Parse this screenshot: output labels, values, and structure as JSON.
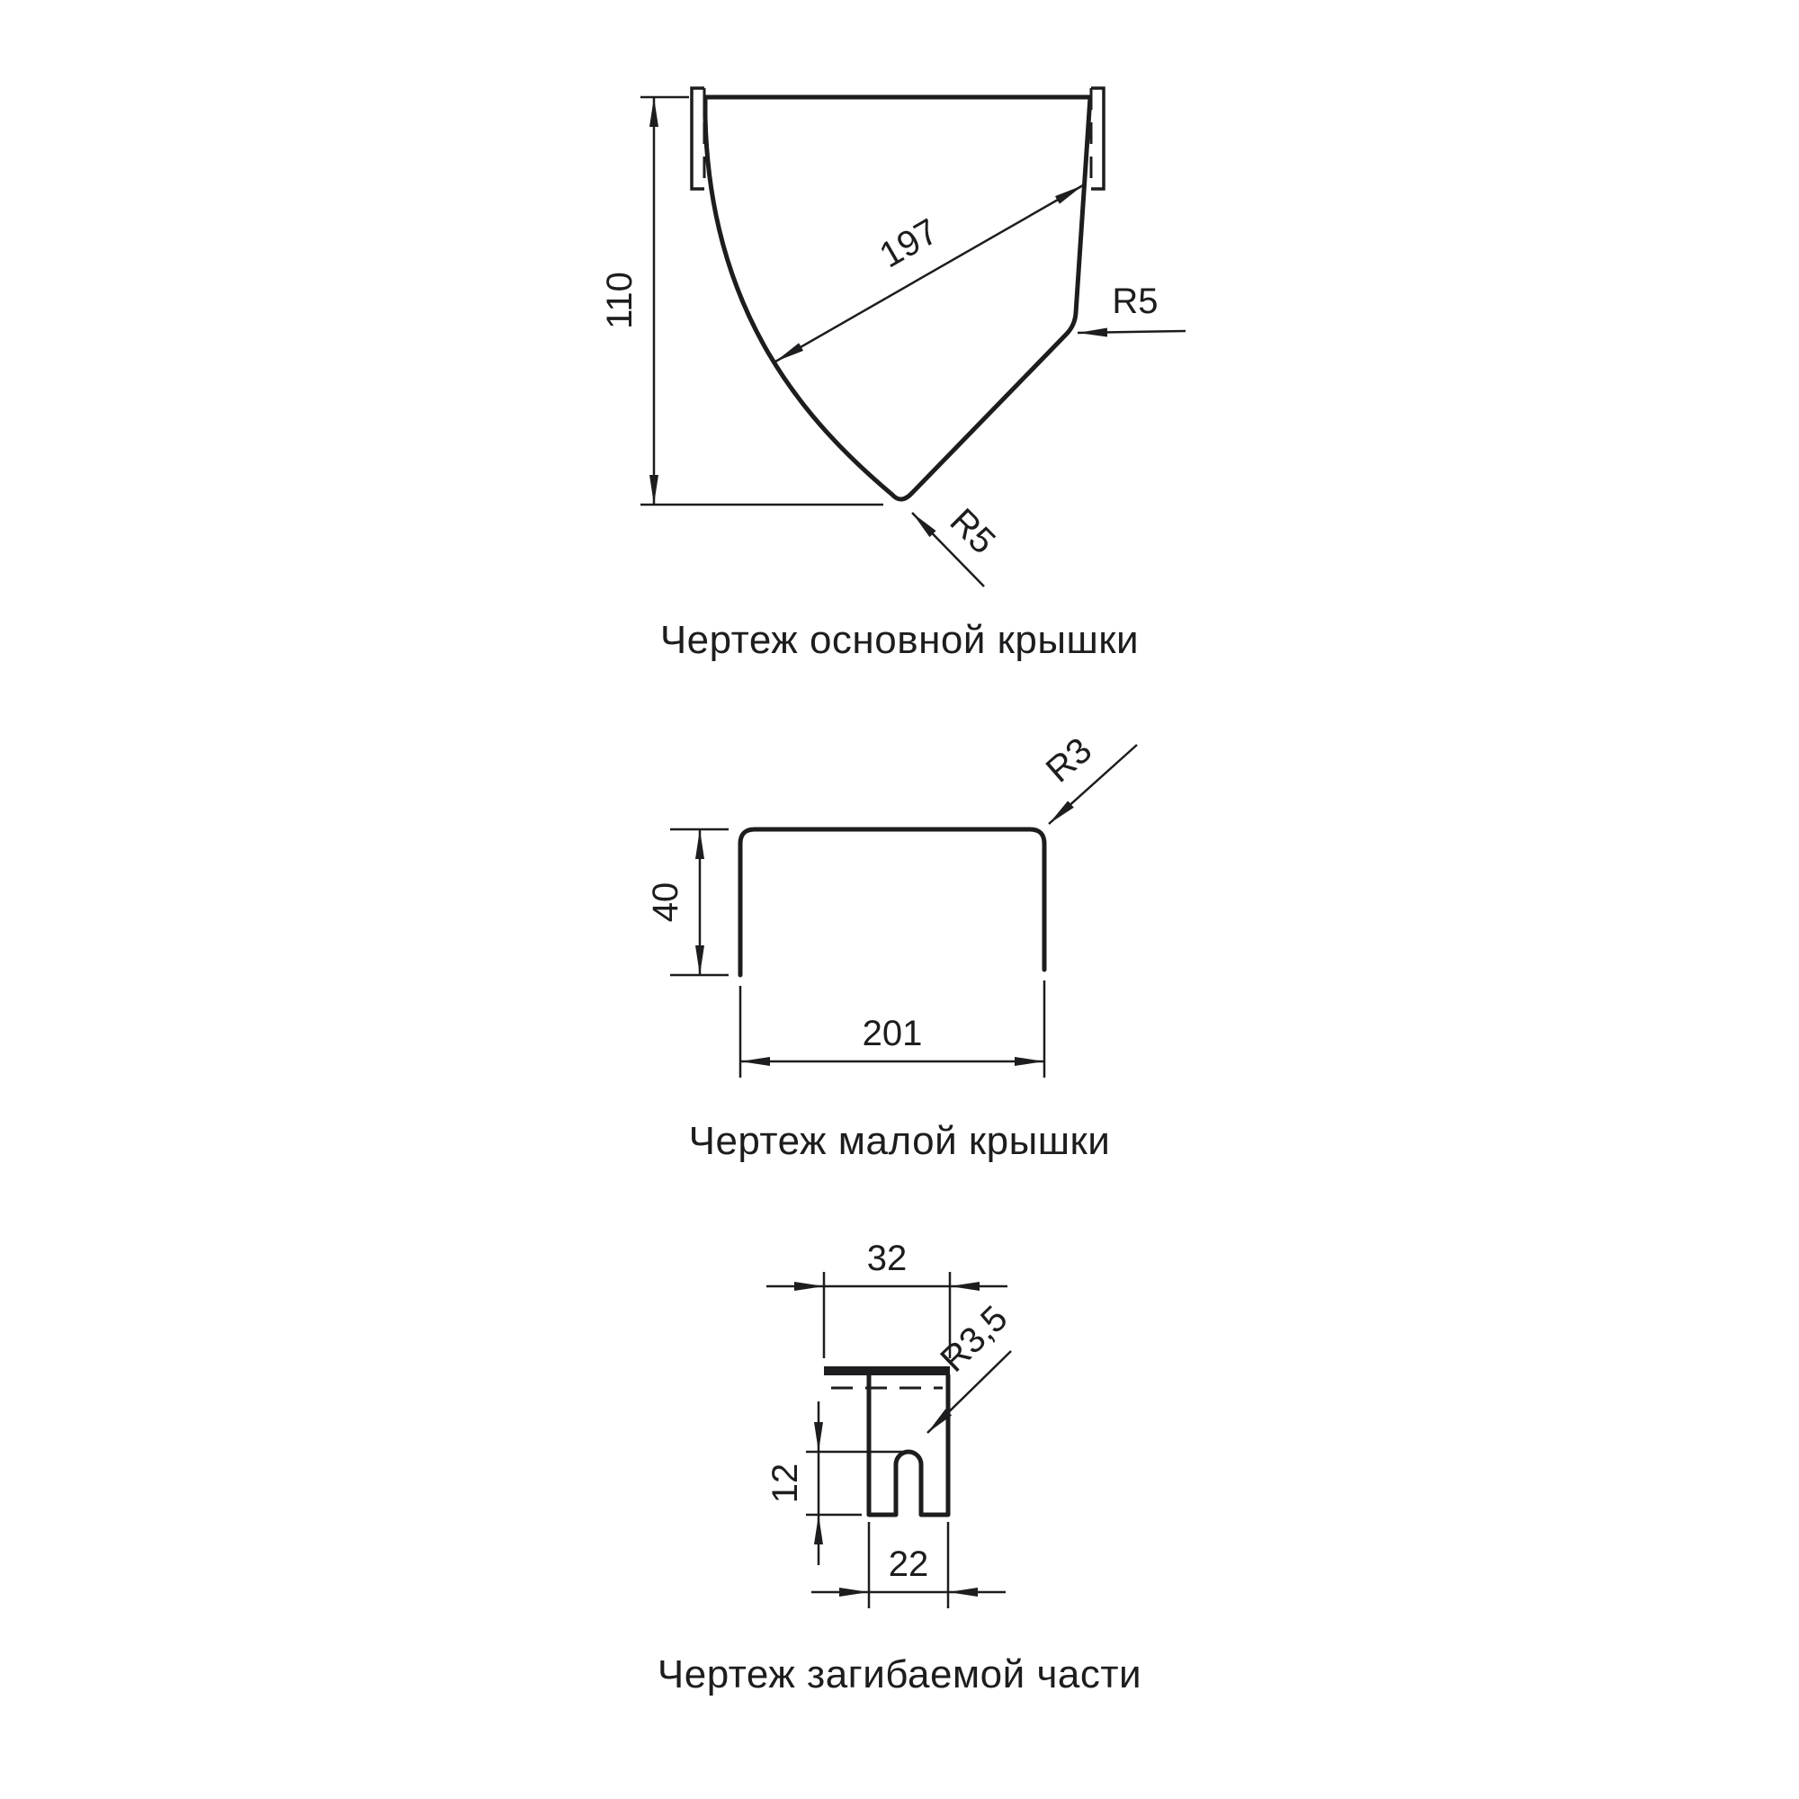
{
  "page": {
    "background_color": "#ffffff",
    "line_color": "#1d1d1f"
  },
  "drawings": [
    {
      "id": "main-cover",
      "caption": "Чертеж основной крышки",
      "dims": {
        "height": "110",
        "slant_length": "197",
        "side_radius": "R5",
        "tip_radius": "R5"
      }
    },
    {
      "id": "small-cover",
      "caption": "Чертеж малой крышки",
      "dims": {
        "height": "40",
        "width": "201",
        "corner_radius": "R3"
      }
    },
    {
      "id": "bent-part",
      "caption": "Чертеж загибаемой части",
      "dims": {
        "top_width": "32",
        "slot_height": "12",
        "bottom_width": "22",
        "slot_radius": "R3,5"
      }
    }
  ]
}
